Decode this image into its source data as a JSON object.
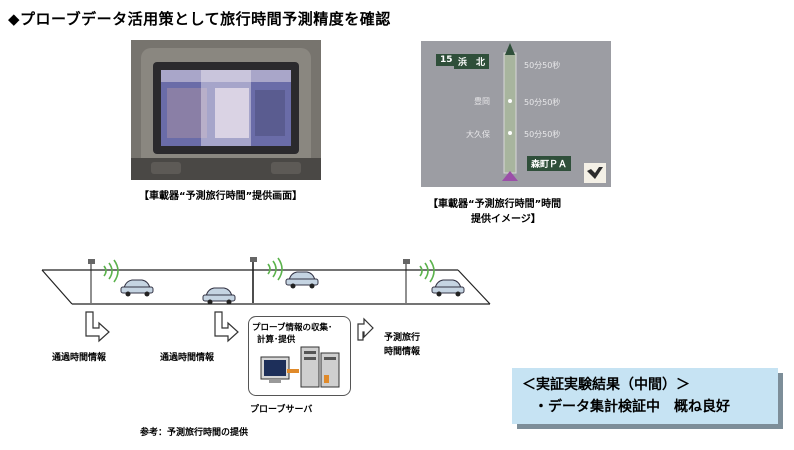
{
  "title": "◆プローブデータ活用策として旅行時間予測精度を確認",
  "photo_caption": "【車載器“予測旅行時間”提供画面】",
  "display_caption_line1": "【車載器“予測旅行時間”時間",
  "display_caption_line2": "提供イメージ】",
  "display": {
    "top_number": "15",
    "top_label": "浜　北",
    "stop2": "豊岡",
    "stop3": "大久保",
    "bottom_label": "森町ＰＡ",
    "time1": "50分50秒",
    "time2": "50分50秒",
    "time3": "50分50秒"
  },
  "diagram": {
    "label_left": "通過時間情報",
    "label_mid": "通過時間情報",
    "label_right_line1": "予測旅行",
    "label_right_line2": "時間情報",
    "server_line1": "プローブ情報の収集･",
    "server_line2": "計算･提供",
    "server_name": "プローブサーバ",
    "reference": "参考：予測旅行時間の提供"
  },
  "result": {
    "line1": "＜実証実験結果（中間）＞",
    "line2": "・データ集計検証中　概ね良好"
  },
  "colors": {
    "result_bg": "#c6e3f3",
    "display_bg": "#9c9da3",
    "car": "#c5d4e2"
  }
}
